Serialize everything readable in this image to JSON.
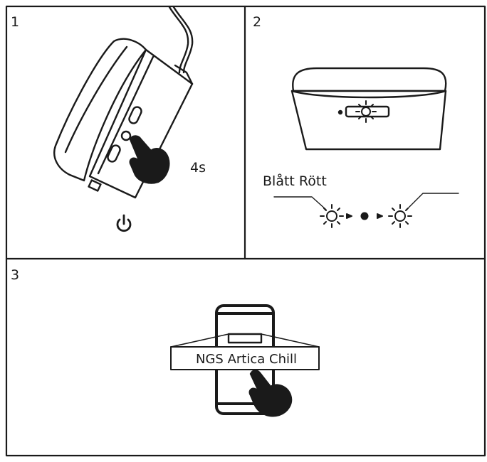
{
  "panels": [
    {
      "number": "1",
      "time_label": "4s"
    },
    {
      "number": "2",
      "color_label": "Blått Rött"
    },
    {
      "number": "3",
      "device_name": "NGS Artica Chill"
    }
  ],
  "icons": [
    "power-icon",
    "led-light-icon",
    "finger-press-icon"
  ],
  "colors": {
    "line": "#1a1a1a",
    "background": "#ffffff"
  }
}
